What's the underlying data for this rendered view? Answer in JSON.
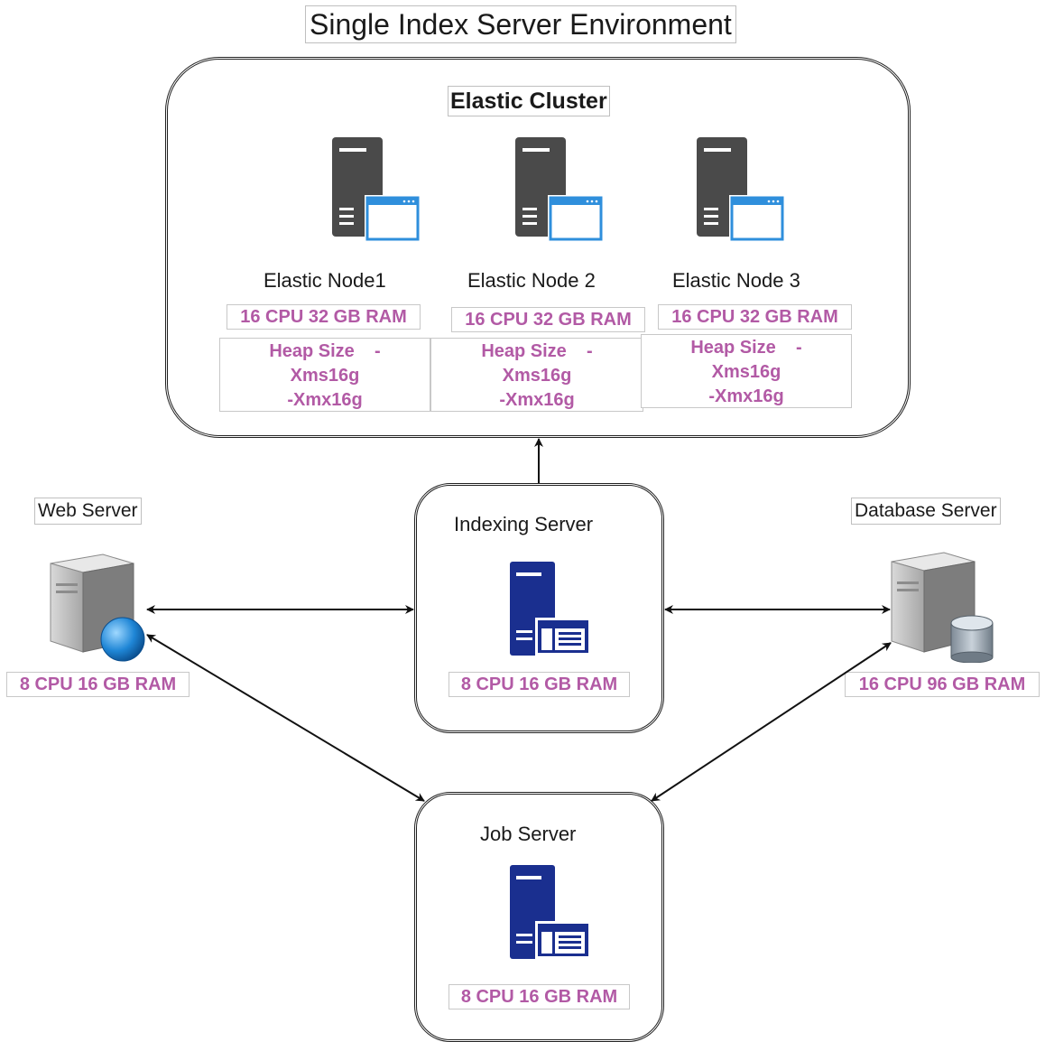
{
  "diagram": {
    "title": "Single Index Server Environment",
    "cluster": {
      "label": "Elastic Cluster",
      "nodes": [
        {
          "name": "Elastic Node1",
          "spec": "16 CPU 32 GB RAM",
          "heap_line1": "Heap Size    -",
          "heap_line2": "Xms16g",
          "heap_line3": "-Xmx16g"
        },
        {
          "name": "Elastic Node 2",
          "spec": "16 CPU 32 GB RAM",
          "heap_line1": "Heap Size    -",
          "heap_line2": "Xms16g",
          "heap_line3": "-Xmx16g"
        },
        {
          "name": "Elastic Node 3",
          "spec": "16 CPU 32 GB RAM",
          "heap_line1": "Heap Size    -",
          "heap_line2": "Xms16g",
          "heap_line3": "-Xmx16g"
        }
      ]
    },
    "web_server": {
      "label": "Web Server",
      "spec": "8 CPU 16 GB RAM",
      "icon": "web-server-globe-icon"
    },
    "indexing_server": {
      "label": "Indexing Server",
      "spec": "8 CPU 16 GB RAM",
      "icon": "blue-server-icon"
    },
    "database_server": {
      "label": "Database Server",
      "spec": "16 CPU 96 GB RAM",
      "icon": "database-server-icon"
    },
    "job_server": {
      "label": "Job Server",
      "spec": "8 CPU 16 GB RAM",
      "icon": "blue-server-icon"
    },
    "colors": {
      "spec_text": "#b25aa5",
      "server_dark": "#4a4a4a",
      "server_blue": "#1a2f8f",
      "window_blue": "#2f8fdc"
    }
  }
}
